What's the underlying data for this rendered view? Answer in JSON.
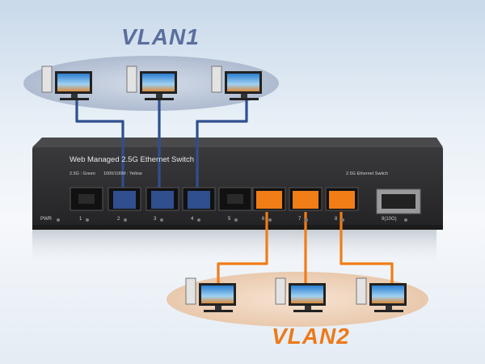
{
  "vlan1": {
    "title": "VLAN1",
    "color": "#5a6f9d",
    "ellipse_color": "#b9c5d6"
  },
  "vlan2": {
    "title": "VLAN2",
    "color": "#ec7a1a",
    "ellipse_color": "#f2d6c0"
  },
  "switch": {
    "title": "Web Managed 2.5G Ethernet Switch",
    "legend_green": "2.5G : Green",
    "legend_yellow": "1000/100M : Yellow",
    "right_label": "2.5G Ethernet Switch",
    "power_label": "PWR",
    "body_color": "#2c2c2e",
    "ports": [
      {
        "label": "1",
        "state": "empty"
      },
      {
        "label": "2",
        "state": "vlan1"
      },
      {
        "label": "3",
        "state": "vlan1"
      },
      {
        "label": "4",
        "state": "vlan1"
      },
      {
        "label": "5",
        "state": "empty"
      },
      {
        "label": "6",
        "state": "vlan2"
      },
      {
        "label": "7",
        "state": "vlan2"
      },
      {
        "label": "8",
        "state": "vlan2"
      }
    ],
    "sfp_label": "9(10G)"
  },
  "cable_colors": {
    "vlan1": "#2f4f8f",
    "vlan2": "#f07d16"
  },
  "computers": {
    "vlan1_count": 3,
    "vlan2_count": 3
  }
}
